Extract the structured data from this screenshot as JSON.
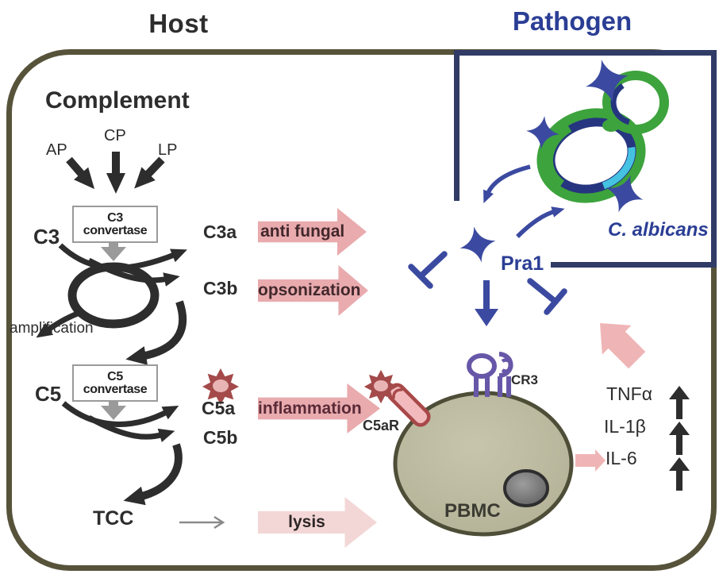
{
  "titles": {
    "host": "Host",
    "pathogen": "Pathogen"
  },
  "complement": {
    "heading": "Complement",
    "pathways": [
      {
        "label": "AP"
      },
      {
        "label": "CP"
      },
      {
        "label": "LP"
      }
    ],
    "c3_convertase": {
      "line1": "C3",
      "line2": "convertase"
    },
    "c5_convertase": {
      "line1": "C5",
      "line2": "convertase"
    },
    "labels": {
      "c3": "C3",
      "c3a": "C3a",
      "c3b": "C3b",
      "amplification": "amplification",
      "c5": "C5",
      "c5a": "C5a",
      "c5b": "C5b",
      "tcc": "TCC"
    }
  },
  "effects": {
    "anti_fungal": "anti fungal",
    "opsonization": "opsonization",
    "inflammation": "inflammation",
    "lysis": "lysis"
  },
  "pathogen": {
    "species": "C. albicans",
    "protein": "Pra1"
  },
  "cell": {
    "name": "PBMC",
    "receptor_c5ar": "C5aR",
    "receptor_cr3": "CR3"
  },
  "cytokines": [
    {
      "label": "TNFα"
    },
    {
      "label": "IL-1β"
    },
    {
      "label": "IL-6"
    }
  ],
  "colors": {
    "host_border_olive": "#56533a",
    "pathogen_box_navy": "#303b66",
    "navy_accent": "#3b4aa0",
    "navy_text": "#2b3e95",
    "pink_arrow": "#e9abae",
    "pink_arrow_light": "#f3d7d6",
    "pink_arrow_mid": "#efb5b6",
    "maroon_text": "#42282c",
    "inflammation_text": "#5a2a38",
    "c5a_red": "#a44a4a",
    "cell_fill": "#bab89d",
    "cell_border": "#4e4e38",
    "cr3_purple": "#6757a8",
    "yeast_green": "#3da33d",
    "yeast_cyan": "#45c2e2",
    "yeast_ring_navy": "#26357f",
    "gray_arrow": "#9a9a9a",
    "black": "#2d2d2d"
  }
}
